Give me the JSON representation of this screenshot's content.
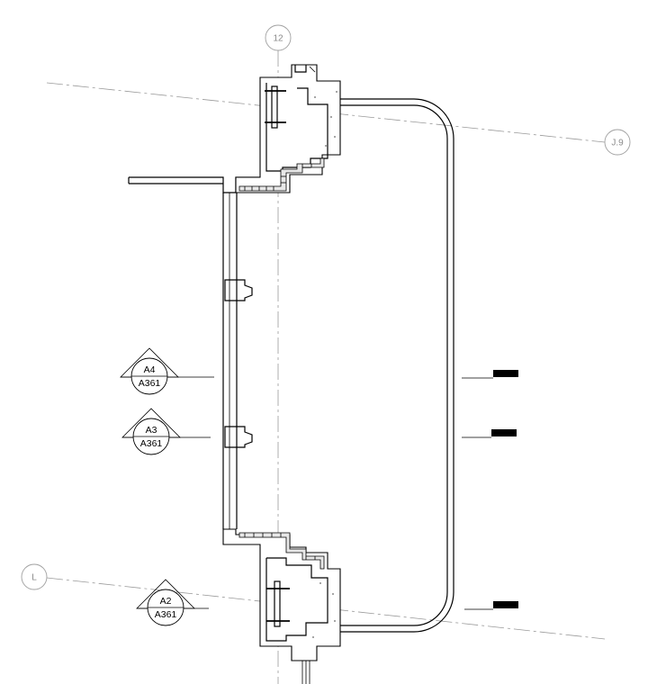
{
  "grid_bubbles": [
    {
      "id": "12",
      "label": "12"
    },
    {
      "id": "J9",
      "label": "J.9"
    },
    {
      "id": "L",
      "label": "L"
    }
  ],
  "section_tags": [
    {
      "id": "A4",
      "detail": "A4",
      "sheet": "A361"
    },
    {
      "id": "A3",
      "detail": "A3",
      "sheet": "A361"
    },
    {
      "id": "A2",
      "detail": "A2",
      "sheet": "A361"
    }
  ]
}
